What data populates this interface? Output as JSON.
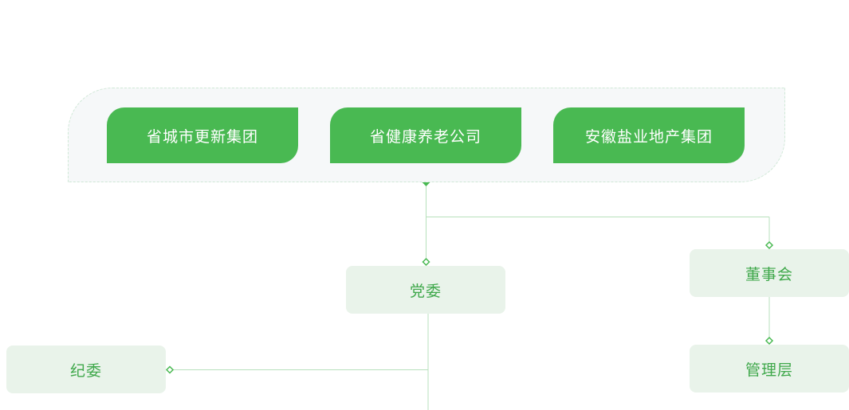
{
  "shareholders": [
    {
      "id": "urban-renewal",
      "label": "省城市更新集团"
    },
    {
      "id": "health-elderly-care",
      "label": "省健康养老公司"
    },
    {
      "id": "salt-real-estate",
      "label": "安徽盐业地产集团"
    }
  ],
  "nodes": {
    "party_committee": "党委",
    "board": "董事会",
    "discipline_committee": "纪委",
    "management": "管理层"
  },
  "colors": {
    "primary_green": "#49b952",
    "node_fill": "#e9f3ea",
    "node_text": "#3fa84b",
    "connector_line": "#b7e0bc",
    "panel_fill": "#f6f8f9",
    "panel_border": "#cfe8d6"
  }
}
